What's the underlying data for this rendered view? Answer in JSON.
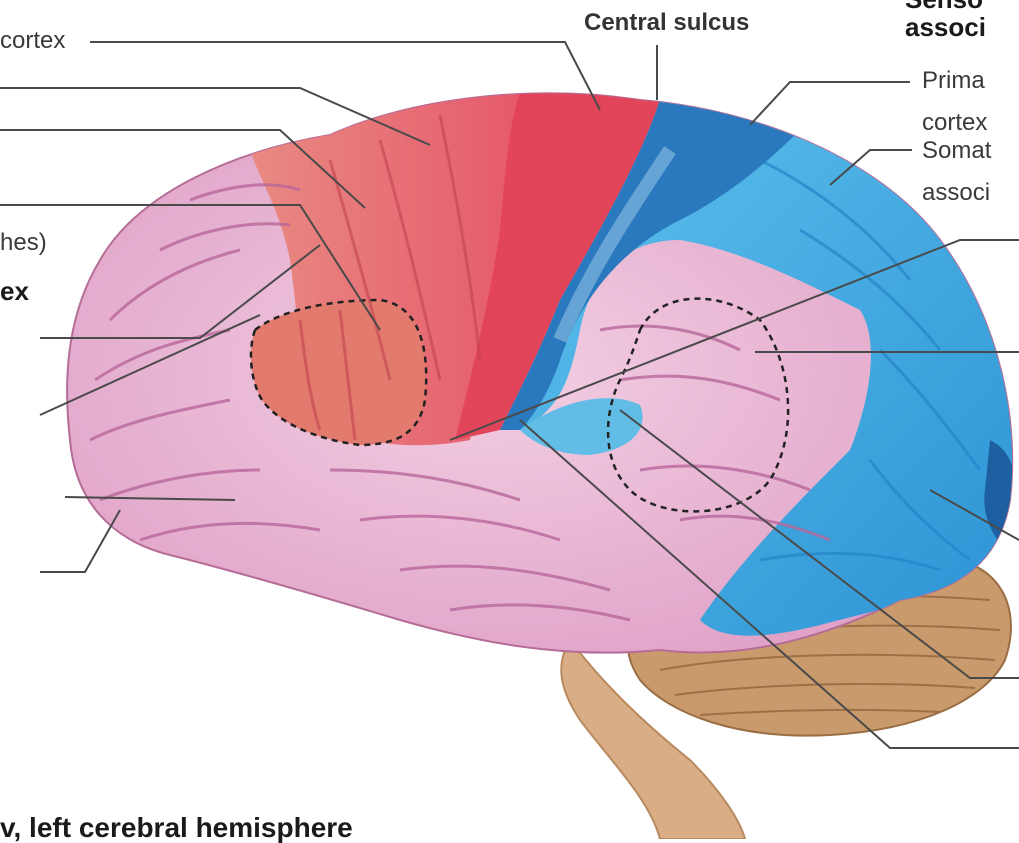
{
  "labels": {
    "cortex_top_left": "cortex",
    "central_sulcus": "Central sulcus",
    "sensory_header_line1": "Senso",
    "sensory_header_line2": "associ",
    "primary_line1": "Prima",
    "primary_line2": "cortex",
    "somat_line1": "Somat",
    "somat_line2": "associ",
    "left_hes": "hes)",
    "left_ex": "ex",
    "caption": "v, left cerebral hemisphere"
  },
  "colors": {
    "motor_red": "#e8606a",
    "motor_dark": "#d63a4c",
    "premotor_salmon": "#e8897a",
    "sensory_blue": "#3fa3dc",
    "primary_blue": "#1f6fb5",
    "assoc_pink": "#eab6d4",
    "cerebellum_tan": "#c99a6b",
    "leader_line": "#555555"
  }
}
